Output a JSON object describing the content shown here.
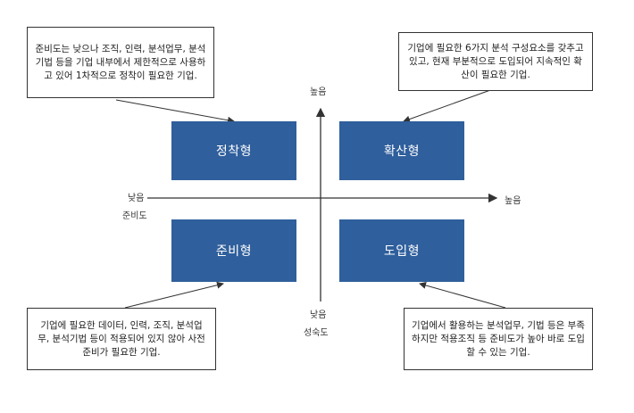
{
  "diagram": {
    "quadrants": {
      "top_left": "정착형",
      "top_right": "확산형",
      "bottom_left": "준비형",
      "bottom_right": "도입형"
    },
    "axes": {
      "x_low": "낮음",
      "x_high": "높음",
      "x_name": "준비도",
      "y_high": "높음",
      "y_low": "낮음",
      "y_name": "성숙도"
    },
    "callouts": {
      "top_left": "준비도는 낮으나 조직, 인력, 분석업무, 분석기법 등을 기업 내부에서 제한적으로 사용하고 있어 1차적으로 정착이 필요한 기업.",
      "top_right": "기업에 필요한 6가지 분석 구성요소를 갖추고 있고, 현재 부분적으로 도입되어 지속적인 확산이 필요한 기업.",
      "bottom_left": "기업에 필요한 데이터, 인력, 조직, 분석업무, 분석기법 등이 적용되어 있지 않아 사전준비가 필요한 기업.",
      "bottom_right": "기업에서 활용하는 분석업무, 기법 등은 부족하지만 적용조직 등 준비도가 높아 바로 도입할 수 있는 기업."
    },
    "colors": {
      "quadrant_fill": "#2f5f9c",
      "quadrant_text": "#ffffff",
      "lines": "#333333"
    }
  }
}
